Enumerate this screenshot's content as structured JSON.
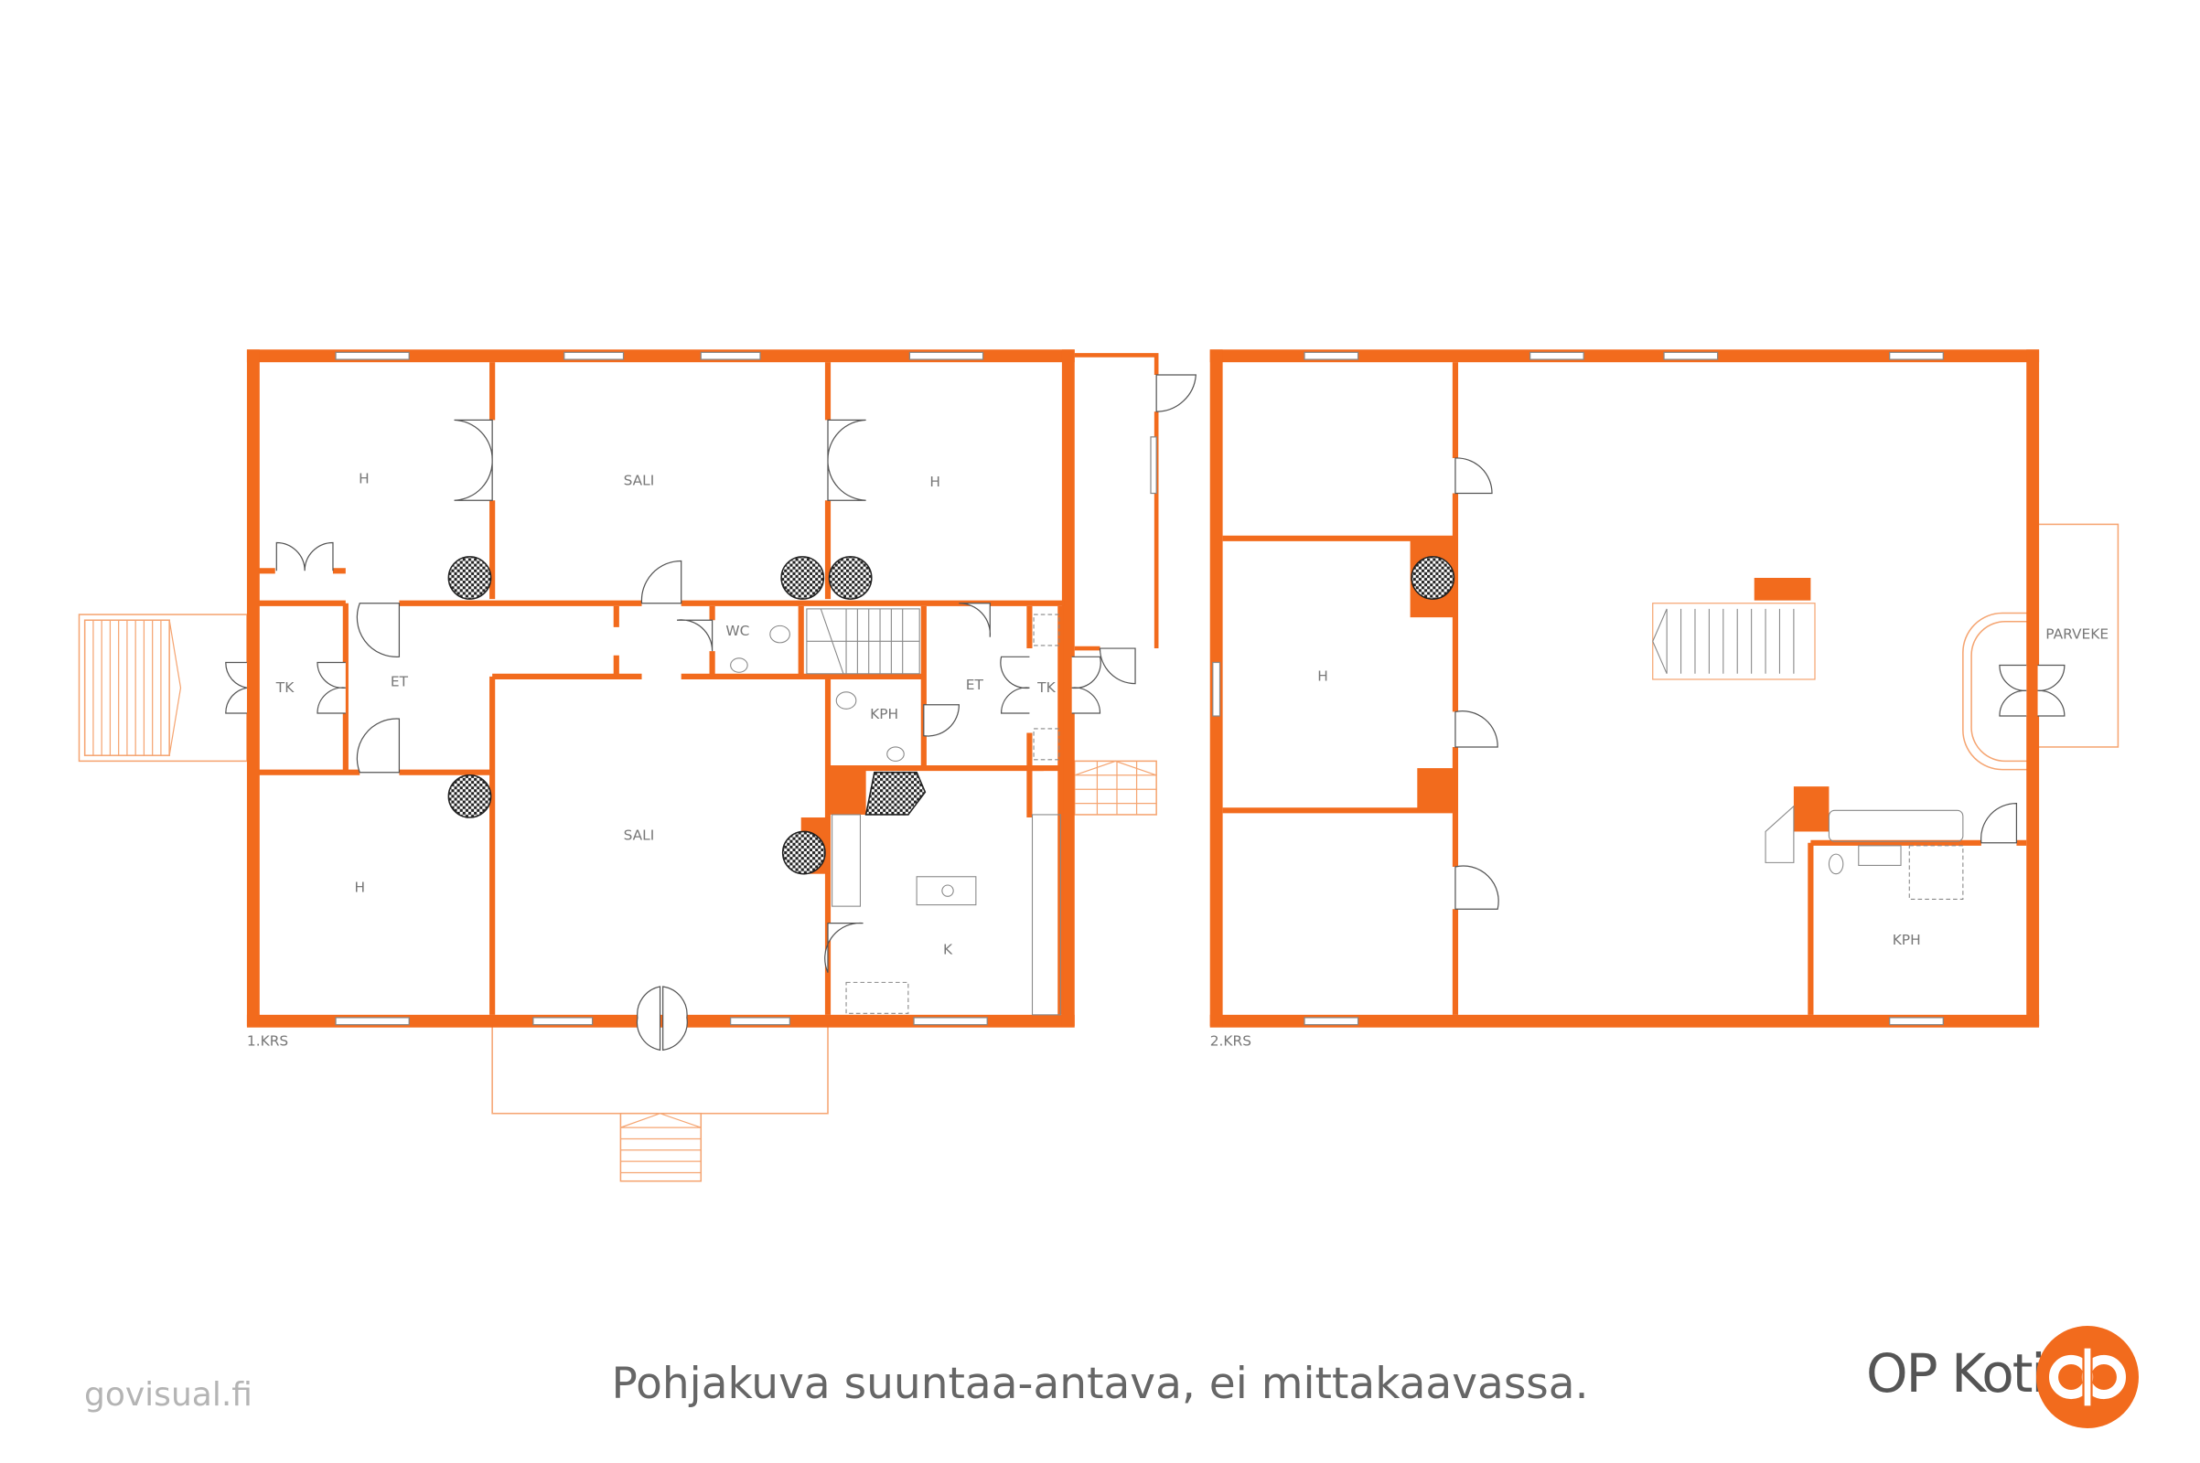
{
  "floors": {
    "first": {
      "label": "1.KRS",
      "rooms": [
        "H",
        "SALI",
        "H",
        "WC",
        "TK",
        "ET",
        "KPH",
        "ET",
        "TK",
        "SALI",
        "H",
        "K"
      ]
    },
    "second": {
      "label": "2.KRS",
      "rooms": [
        "H",
        "PARVEKE",
        "KPH"
      ]
    }
  },
  "footer": {
    "credit": "govisual.fi",
    "disclaimer": "Pohjakuva suuntaa-antava, ei mittakaavassa.",
    "brand": "OP Koti"
  },
  "colors": {
    "wall": "#f26b1d",
    "brand": "#f26b1d"
  }
}
